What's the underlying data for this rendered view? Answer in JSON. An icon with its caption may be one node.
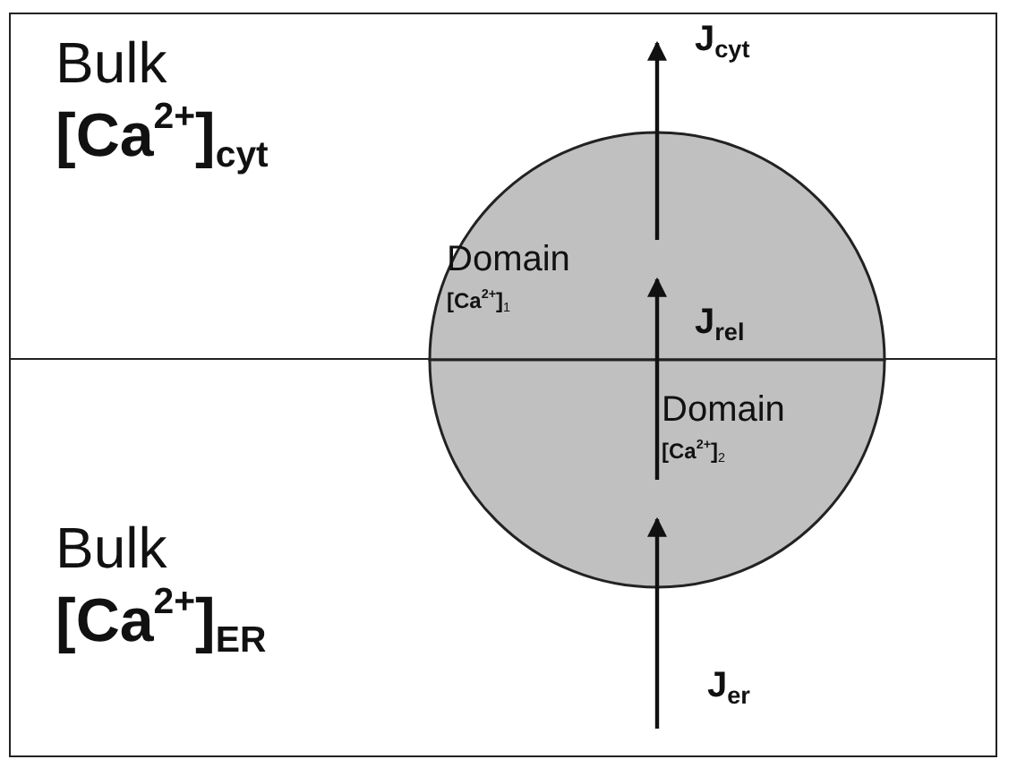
{
  "diagram": {
    "nodes": [
      {
        "text": [
          "Bulk",
          "[Ca$^{2+}$]$_{cyt}$"
        ]
      },
      {
        "text": [
          "Bulk",
          "[Ca$^{2+}$]$_{ER}$"
        ]
      },
      {
        "text": [
          "Domain",
          "[Ca$^{2+}$]$_{1}$"
        ],
        "in": 0
      },
      {
        "text": [
          "Domain",
          "[Ca$^{2+}$]$_{2}$"
        ],
        "in": 1
      }
    ],
    "edges": [
      {
        "from": 1,
        "to": 3,
        "arrow": "to",
        "label": "J$_{er}$"
      },
      {
        "from": 3,
        "to": 2,
        "arrow": "to",
        "label": "J$_{rel}$"
      },
      {
        "from": 2,
        "to": 0,
        "arrow": "to",
        "label": "J$_{cyt}$"
      }
    ]
  }
}
